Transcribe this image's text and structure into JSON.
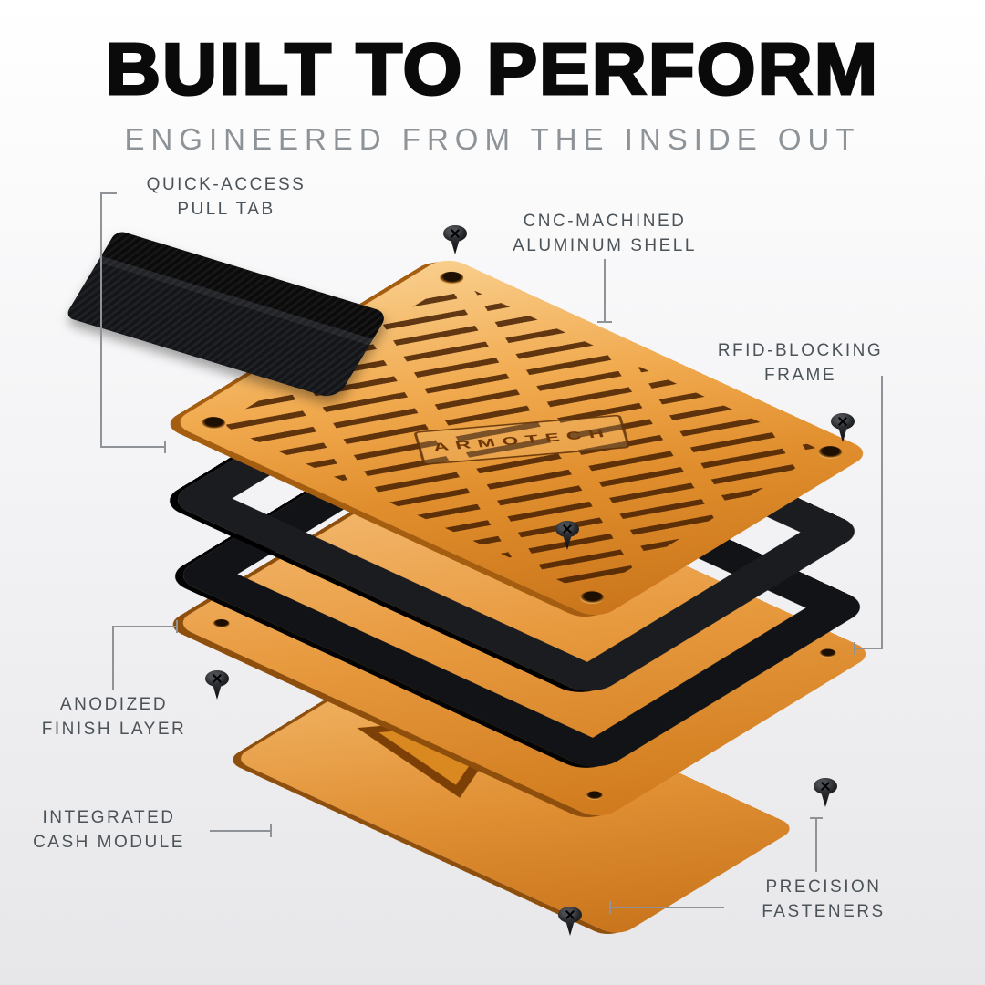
{
  "header": {
    "title": "BUILT TO PERFORM",
    "subtitle": "ENGINEERED FROM THE INSIDE OUT"
  },
  "product": {
    "brand": "ARMOTECH"
  },
  "callouts": [
    {
      "id": "pull-tab",
      "lines": [
        "QUICK-ACCESS",
        "PULL TAB"
      ]
    },
    {
      "id": "aluminum-shell",
      "lines": [
        "CNC-MACHINED",
        "ALUMINUM SHELL"
      ]
    },
    {
      "id": "rfid-frame",
      "lines": [
        "RFID-BLOCKING",
        "FRAME"
      ]
    },
    {
      "id": "anodized-layer",
      "lines": [
        "ANODIZED",
        "FINISH LAYER"
      ]
    },
    {
      "id": "cash-module",
      "lines": [
        "INTEGRATED",
        "CASH MODULE"
      ]
    },
    {
      "id": "fasteners",
      "lines": [
        "PRECISION",
        "FASTENERS"
      ]
    }
  ],
  "theme": {
    "bg_top": "#ffffff",
    "bg_bottom": "#e7e7ea",
    "title_color": "#0a0a0a",
    "subtitle_color": "#8e9398",
    "label_color": "#4c5358",
    "line_color": "#8f9296",
    "gold_light": "#f9cf8e",
    "gold_mid": "#e8953c",
    "gold_dark": "#c9741a",
    "layer_black": "#16171a"
  }
}
